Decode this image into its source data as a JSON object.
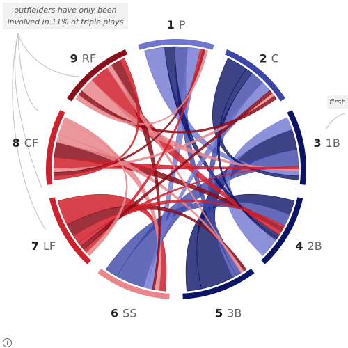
{
  "annotations": {
    "outfielders": "outfielders have only been involved in 11% of triple plays",
    "first": "first"
  },
  "colors": {
    "infield_dark": "#0c1466",
    "infield_mid": "#3d46a8",
    "infield_light": "#7076cf",
    "outfield_dark": "#8b0e1a",
    "outfield_mid": "#d0202c",
    "outfield_light": "#e8868c",
    "connector": "#c8c8c8"
  },
  "chart_data": {
    "type": "chord",
    "nodes": [
      {
        "number": "1",
        "abbr": "P",
        "group": "infield"
      },
      {
        "number": "2",
        "abbr": "C",
        "group": "infield"
      },
      {
        "number": "3",
        "abbr": "1B",
        "group": "infield"
      },
      {
        "number": "4",
        "abbr": "2B",
        "group": "infield"
      },
      {
        "number": "5",
        "abbr": "3B",
        "group": "infield"
      },
      {
        "number": "6",
        "abbr": "SS",
        "group": "infield"
      },
      {
        "number": "7",
        "abbr": "LF",
        "group": "outfield"
      },
      {
        "number": "8",
        "abbr": "CF",
        "group": "outfield"
      },
      {
        "number": "9",
        "abbr": "RF",
        "group": "outfield"
      }
    ],
    "links": [
      {
        "source": "5",
        "target": "3",
        "weight": 32
      },
      {
        "source": "6",
        "target": "3",
        "weight": 26
      },
      {
        "source": "4",
        "target": "3",
        "weight": 20
      },
      {
        "source": "5",
        "target": "4",
        "weight": 14
      },
      {
        "source": "6",
        "target": "4",
        "weight": 12
      },
      {
        "source": "1",
        "target": "3",
        "weight": 8
      },
      {
        "source": "2",
        "target": "3",
        "weight": 6
      },
      {
        "source": "1",
        "target": "5",
        "weight": 5
      },
      {
        "source": "1",
        "target": "6",
        "weight": 5
      },
      {
        "source": "1",
        "target": "4",
        "weight": 4
      },
      {
        "source": "2",
        "target": "5",
        "weight": 4
      },
      {
        "source": "2",
        "target": "6",
        "weight": 3
      },
      {
        "source": "2",
        "target": "4",
        "weight": 2
      },
      {
        "source": "7",
        "target": "6",
        "weight": 6
      },
      {
        "source": "8",
        "target": "6",
        "weight": 4
      },
      {
        "source": "8",
        "target": "4",
        "weight": 4
      },
      {
        "source": "9",
        "target": "4",
        "weight": 4
      },
      {
        "source": "9",
        "target": "3",
        "weight": 3
      },
      {
        "source": "7",
        "target": "5",
        "weight": 3
      },
      {
        "source": "8",
        "target": "3",
        "weight": 3
      },
      {
        "source": "8",
        "target": "5",
        "weight": 2
      },
      {
        "source": "9",
        "target": "6",
        "weight": 2
      },
      {
        "source": "7",
        "target": "4",
        "weight": 2
      },
      {
        "source": "8",
        "target": "2",
        "weight": 1
      },
      {
        "source": "9",
        "target": "2",
        "weight": 1
      },
      {
        "source": "7",
        "target": "3",
        "weight": 1
      },
      {
        "source": "9",
        "target": "5",
        "weight": 1
      },
      {
        "source": "8",
        "target": "1",
        "weight": 1
      },
      {
        "source": "7",
        "target": "1",
        "weight": 1
      },
      {
        "source": "9",
        "target": "1",
        "weight": 1
      },
      {
        "source": "7",
        "target": "2",
        "weight": 1
      },
      {
        "source": "8",
        "target": "9",
        "weight": 1
      },
      {
        "source": "7",
        "target": "8",
        "weight": 1
      }
    ]
  }
}
